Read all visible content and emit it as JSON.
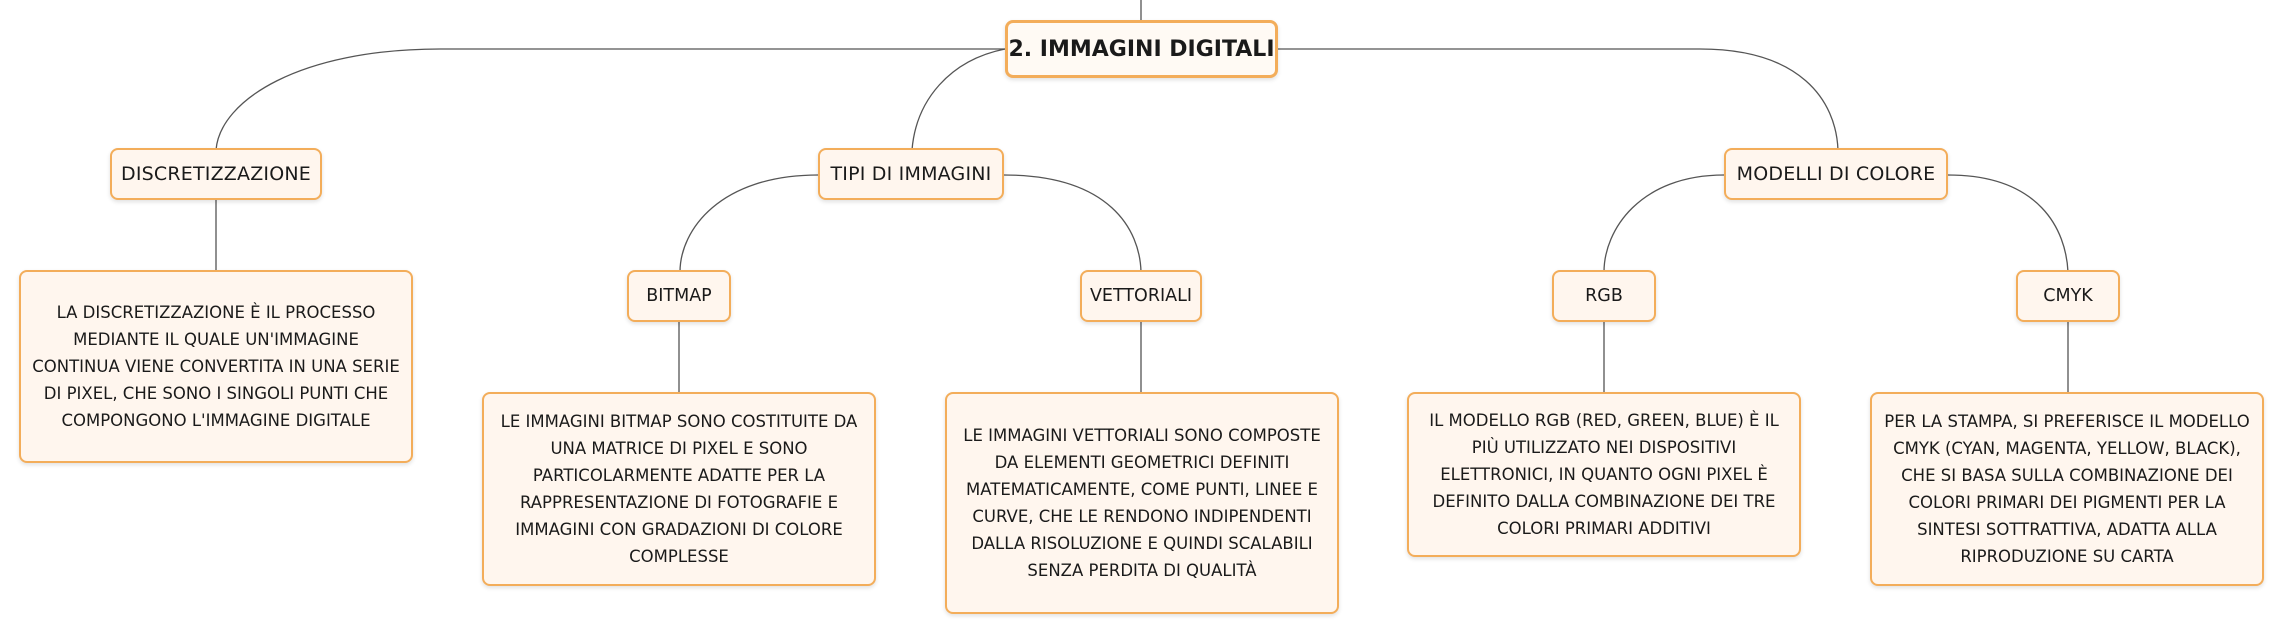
{
  "diagram": {
    "root": "2. IMMAGINI DIGITALI",
    "branches": [
      {
        "label": "DISCRETIZZAZIONE",
        "description": "LA DISCRETIZZAZIONE È IL PROCESSO MEDIANTE IL QUALE UN'IMMAGINE CONTINUA VIENE CONVERTITA IN UNA SERIE DI PIXEL, CHE SONO I SINGOLI PUNTI CHE COMPONGONO L'IMMAGINE DIGITALE"
      },
      {
        "label": "TIPI DI IMMAGINI",
        "children": [
          {
            "label": "BITMAP",
            "description": "LE IMMAGINI BITMAP SONO COSTITUITE DA UNA MATRICE DI PIXEL E SONO PARTICOLARMENTE ADATTE PER LA RAPPRESENTAZIONE DI FOTOGRAFIE E IMMAGINI CON GRADAZIONI DI COLORE COMPLESSE"
          },
          {
            "label": "VETTORIALI",
            "description": "LE IMMAGINI VETTORIALI SONO COMPOSTE DA ELEMENTI GEOMETRICI DEFINITI MATEMATICAMENTE, COME PUNTI, LINEE E CURVE, CHE LE RENDONO INDIPENDENTI DALLA RISOLUZIONE E QUINDI SCALABILI SENZA PERDITA DI QUALITÀ"
          }
        ]
      },
      {
        "label": "MODELLI DI COLORE",
        "children": [
          {
            "label": "RGB",
            "description": "IL MODELLO RGB (RED, GREEN, BLUE) È IL PIÙ UTILIZZATO NEI DISPOSITIVI ELETTRONICI, IN QUANTO OGNI PIXEL È DEFINITO DALLA COMBINAZIONE DEI TRE COLORI PRIMARI ADDITIVI"
          },
          {
            "label": "CMYK",
            "description": "PER LA STAMPA, SI PREFERISCE IL MODELLO CMYK (CYAN, MAGENTA, YELLOW, BLACK), CHE SI BASA SULLA COMBINAZIONE DEI COLORI PRIMARI DEI PIGMENTI PER LA SINTESI SOTTRATTIVA, ADATTA ALLA RIPRODUZIONE SU CARTA"
          }
        ]
      }
    ]
  },
  "colors": {
    "node_border": "#f3ad5a",
    "node_fill": "#fff6ee",
    "connector": "#555555"
  }
}
